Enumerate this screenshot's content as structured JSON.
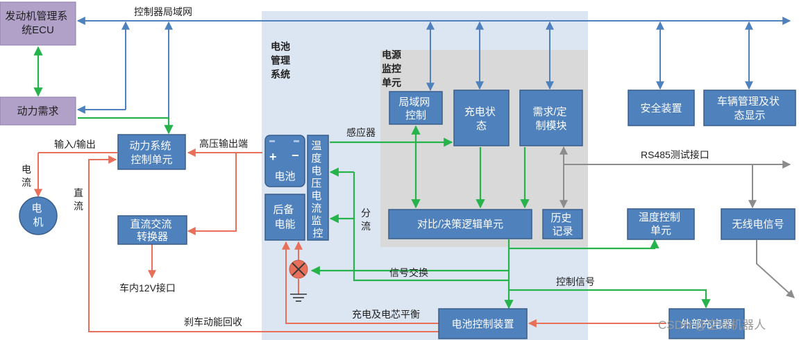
{
  "regions": {
    "bms": "电池管理系统",
    "power_monitor": "电源监控单元"
  },
  "boxes": {
    "engine_ecu": "发动机管理系统ECU",
    "power_demand": "动力需求",
    "powertrain_ctrl": "动力系统控制单元",
    "motor": "电机",
    "dc_ac": "直流交流转换器",
    "battery": "电池",
    "backup_power": "后备电能",
    "monitor": "温度电压电流监控",
    "lan_ctrl": "局域网控制",
    "charge_state": "充电状态",
    "demand_module": "需求/定制模块",
    "decision": "对比/决策逻辑单元",
    "history": "历史记录",
    "safety": "安全装置",
    "vehicle_mgmt": "车辆管理及状态显示",
    "temp_ctrl": "温度控制单元",
    "wireless": "无线电信号",
    "battery_ctrl": "电池控制装置",
    "external_charger": "外部充电器"
  },
  "labels": {
    "can_bus": "控制器局域网",
    "io": "输入/输出",
    "hv_output": "高压输出端",
    "current": "电流",
    "dc": "直流",
    "sensor": "感应器",
    "rs485": "RS485测试接口",
    "shunt": "分流",
    "signal_exchange": "信号交换",
    "control_signal": "控制信号",
    "v12": "车内12V接口",
    "balance": "充电及电芯平衡",
    "regen": "刹车动能回收",
    "watermark": "CSDN @空间机器人"
  },
  "colors": {
    "box_blue": "#4f81bd",
    "box_purple": "#b1a0c7",
    "bms_region": "#dce6f2",
    "monitor_region": "#d9d9d9",
    "line_blue": "#4f81bd",
    "line_green": "#27b34b",
    "line_red": "#e8705a",
    "line_gray": "#8c8c8c"
  }
}
